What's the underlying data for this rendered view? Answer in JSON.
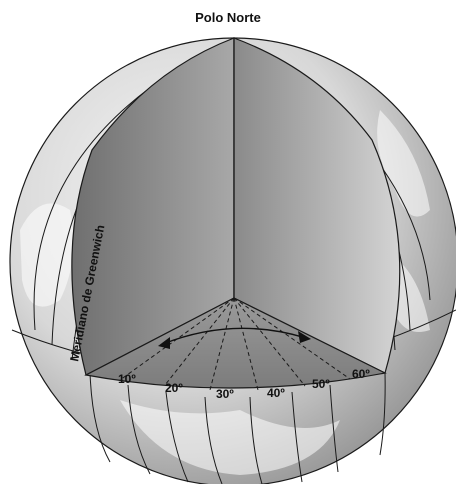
{
  "title": "Polo Norte",
  "meridian_label": "Meridiano de Greenwich",
  "angle_labels": [
    "10º",
    "20º",
    "30º",
    "40º",
    "50º",
    "60º"
  ],
  "colors": {
    "globe_light": "#eeeeee",
    "globe_dark": "#8a8a8a",
    "cut_face_light": "#cfcfcf",
    "cut_face_dark": "#7a7a7a",
    "line": "#1a1a1a"
  },
  "icons": [
    "arrow-icon"
  ]
}
